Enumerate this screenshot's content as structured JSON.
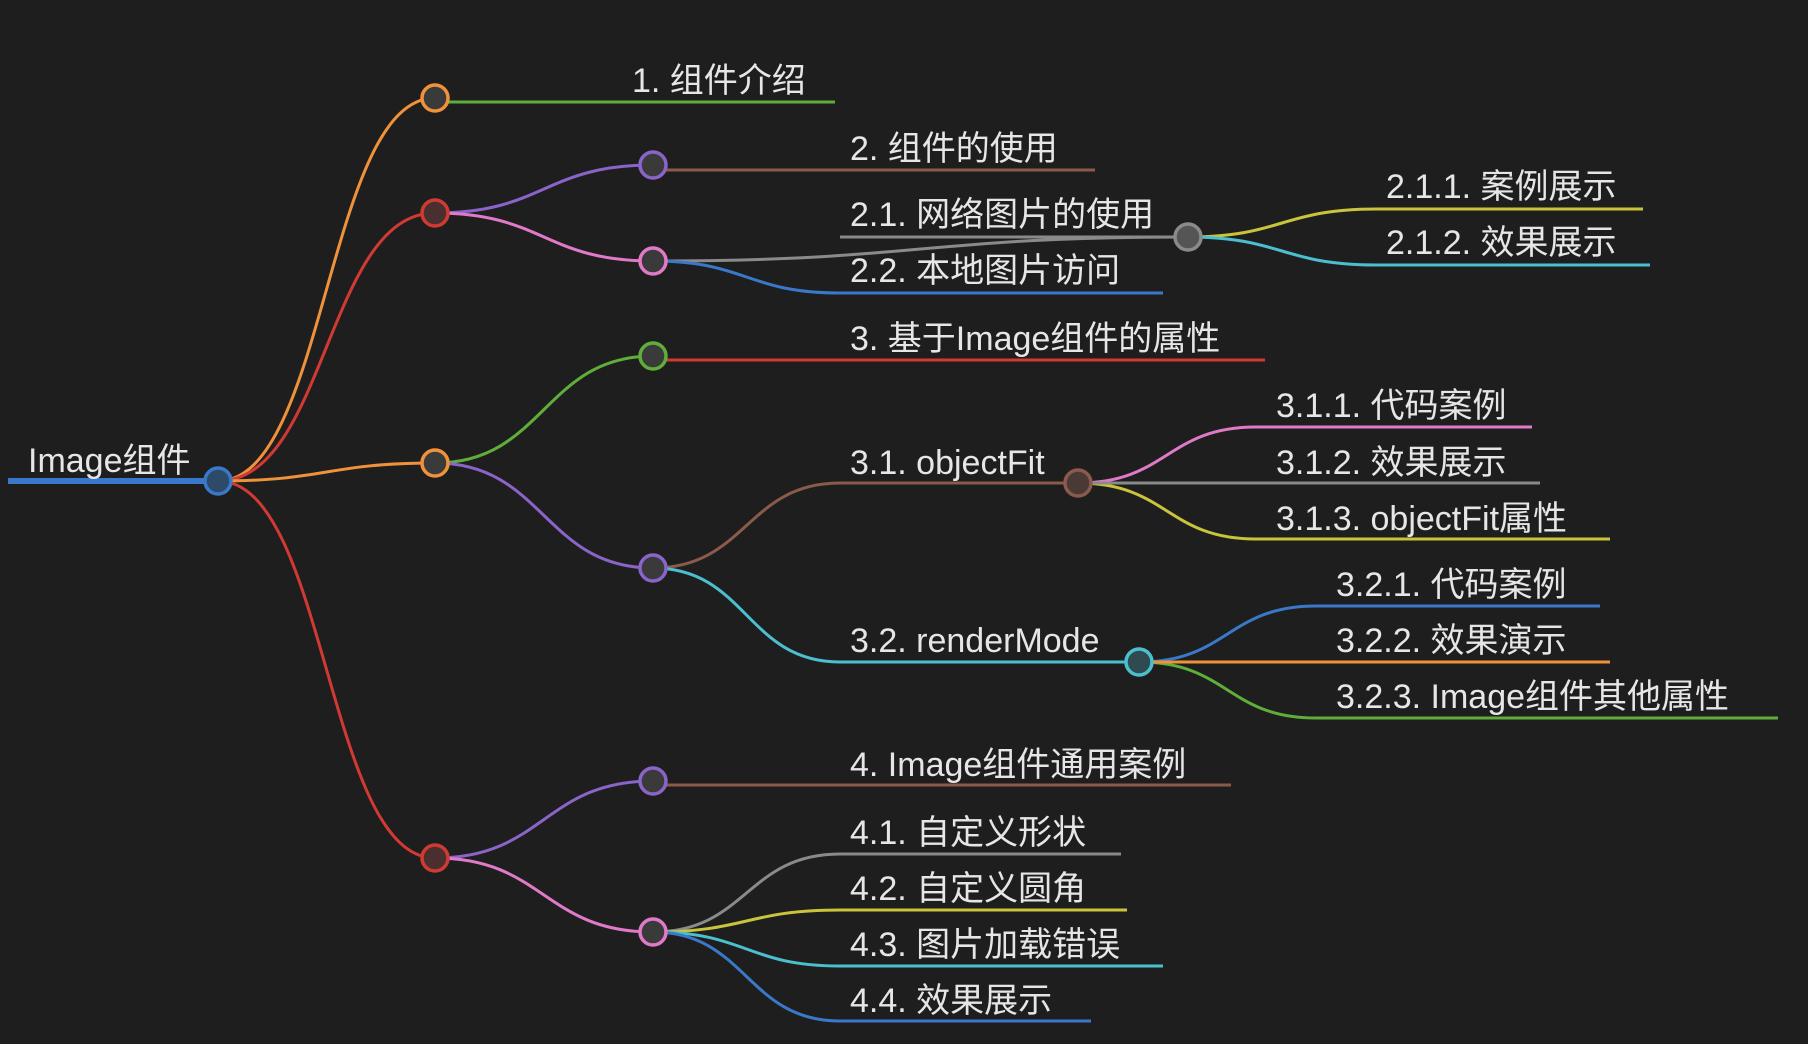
{
  "mindmap": {
    "root": {
      "label": "Image组件",
      "color": "#3a78c9"
    },
    "nodes": [
      {
        "id": "n1",
        "label": "1. 组件介绍",
        "line": "#5fae3a",
        "dot": "#f0923a",
        "fill": "#3a3a3a"
      },
      {
        "id": "n2",
        "label": "2. 组件的使用",
        "line": "#8a5a4a",
        "dot": "#8a64c8",
        "fill": "#3a3a3a"
      },
      {
        "id": "n21",
        "label": "2.1. 网络图片的使用",
        "line": "#8a8a8a",
        "dot": "#8a8a8a",
        "fill": "#555555"
      },
      {
        "id": "n211",
        "label": "2.1.1. 案例展示",
        "line": "#c9c43c"
      },
      {
        "id": "n212",
        "label": "2.1.2. 效果展示",
        "line": "#4cbfcf"
      },
      {
        "id": "n22",
        "label": "2.2. 本地图片访问",
        "line": "#3a78c9"
      },
      {
        "id": "n3",
        "label": "3. 基于Image组件的属性",
        "line": "#d13a33",
        "dot": "#5fae3a",
        "fill": "#3a3a3a"
      },
      {
        "id": "n31",
        "label": "3.1. objectFit",
        "line": "#8a5a4a",
        "dot": "#8a5a4a",
        "fill": "#4a3a35"
      },
      {
        "id": "n311",
        "label": "3.1.1. 代码案例",
        "line": "#e07ac8"
      },
      {
        "id": "n312",
        "label": "3.1.2. 效果展示",
        "line": "#8a8a8a"
      },
      {
        "id": "n313",
        "label": "3.1.3. objectFit属性",
        "line": "#c9c43c"
      },
      {
        "id": "n32",
        "label": "3.2. renderMode",
        "line": "#4cbfcf",
        "dot": "#4cbfcf",
        "fill": "#2f4a50"
      },
      {
        "id": "n321",
        "label": "3.2.1. 代码案例",
        "line": "#3a78c9"
      },
      {
        "id": "n322",
        "label": "3.2.2. 效果演示",
        "line": "#f0923a"
      },
      {
        "id": "n323",
        "label": "3.2.3. Image组件其他属性",
        "line": "#5fae3a"
      },
      {
        "id": "n4",
        "label": "4. Image组件通用案例",
        "line": "#8a5a4a",
        "dot": "#8a64c8",
        "fill": "#3a3a3a"
      },
      {
        "id": "n41",
        "label": "4.1. 自定义形状",
        "line": "#8a8a8a"
      },
      {
        "id": "n42",
        "label": "4.2. 自定义圆角",
        "line": "#c9c43c"
      },
      {
        "id": "n43",
        "label": "4.3. 图片加载错误",
        "line": "#4cbfcf"
      },
      {
        "id": "n44",
        "label": "4.4. 效果展示",
        "line": "#3a78c9"
      }
    ],
    "groups": [
      {
        "id": "g1",
        "dot": "#f0923a",
        "fill": "#3a3a3a"
      },
      {
        "id": "g2",
        "dot": "#d13a33",
        "fill": "#4a2f2f"
      },
      {
        "id": "g3",
        "dot": "#f0923a",
        "fill": "#3a3a3a"
      },
      {
        "id": "g4",
        "dot": "#d13a33",
        "fill": "#4a2f2f"
      },
      {
        "id": "g22",
        "dot": "#e07ac8",
        "fill": "#3a3a3a"
      },
      {
        "id": "g32",
        "dot": "#8a64c8",
        "fill": "#3a3a3a"
      },
      {
        "id": "g42",
        "dot": "#e07ac8",
        "fill": "#3a3a3a"
      }
    ]
  }
}
